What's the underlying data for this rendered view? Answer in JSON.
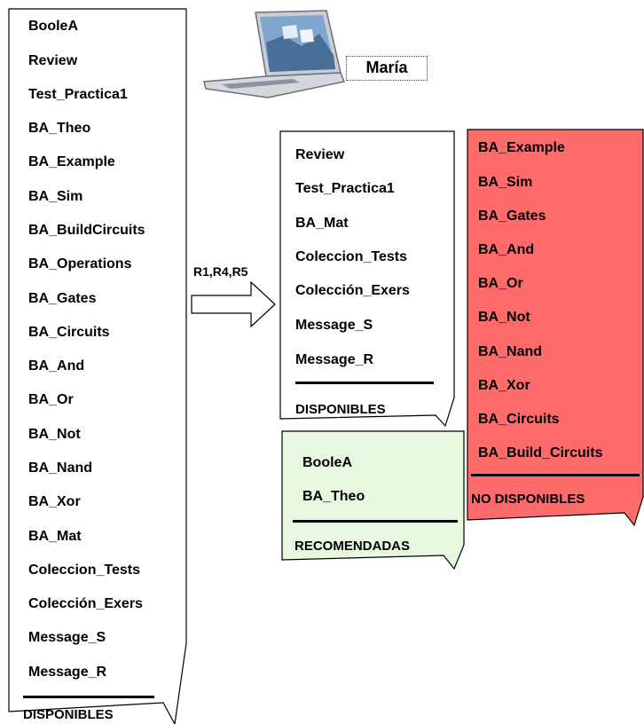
{
  "user": {
    "name": "María"
  },
  "rules_label": "R1,R4,R5",
  "colors": {
    "no_disponibles_fill": "#ff6b6b",
    "recomendadas_fill": "#e8f8df",
    "document_fill": "#ffffff"
  },
  "left_list": {
    "items": [
      "BooleA",
      "Review",
      "Test_Practica1",
      "BA_Theo",
      "BA_Example",
      "BA_Sim",
      "BA_BuildCircuits",
      "BA_Operations",
      "BA_Gates",
      "BA_Circuits",
      "BA_And",
      "BA_Or",
      "BA_Not",
      "BA_Nand",
      "BA_Xor",
      "BA_Mat",
      "Coleccion_Tests",
      "Colección_Exers",
      "Message_S",
      "Message_R"
    ],
    "footer": "DISPONIBLES"
  },
  "disponibles_list": {
    "items": [
      "Review",
      "Test_Practica1",
      "BA_Mat",
      "Coleccion_Tests",
      "Colección_Exers",
      "Message_S",
      "Message_R"
    ],
    "footer": "DISPONIBLES"
  },
  "recomendadas_list": {
    "items": [
      "BooleA",
      "BA_Theo"
    ],
    "footer": "RECOMENDADAS"
  },
  "no_disponibles_list": {
    "items": [
      "BA_Example",
      "BA_Sim",
      "BA_Gates",
      "BA_And",
      "BA_Or",
      "BA_Not",
      "BA_Nand",
      "BA_Xor",
      "BA_Circuits",
      "BA_Build_Circuits"
    ],
    "footer": "NO DISPONIBLES"
  }
}
